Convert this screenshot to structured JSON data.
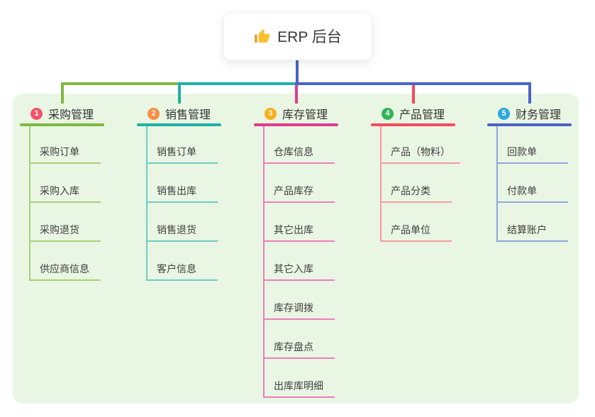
{
  "canvas": {
    "background": "#ffffff",
    "panel_background": "#e9f6e3"
  },
  "root": {
    "label": "ERP 后台",
    "icon": "thumbs-up",
    "connector_color": "#4a63c8"
  },
  "branches": [
    {
      "number": "1",
      "label": "采购管理",
      "badge_color": "#f4536b",
      "line_color": "#7eba40",
      "child_line_color": "#a6d077",
      "children": [
        "采购订单",
        "采购入库",
        "采购退货",
        "供应商信息"
      ]
    },
    {
      "number": "2",
      "label": "销售管理",
      "badge_color": "#fb8d41",
      "line_color": "#1eb2a6",
      "child_line_color": "#6fccc3",
      "children": [
        "销售订单",
        "销售出库",
        "销售退货",
        "客户信息"
      ]
    },
    {
      "number": "3",
      "label": "库存管理",
      "badge_color": "#fbad1d",
      "line_color": "#df3a8f",
      "child_line_color": "#ef7cba",
      "children": [
        "仓库信息",
        "产品库存",
        "其它出库",
        "其它入库",
        "库存调拨",
        "库存盘点",
        "出库库明细"
      ]
    },
    {
      "number": "4",
      "label": "产品管理",
      "badge_color": "#30b457",
      "line_color": "#f54a5f",
      "child_line_color": "#f89ba1",
      "children": [
        "产品（物料）",
        "产品分类",
        "产品单位"
      ]
    },
    {
      "number": "5",
      "label": "财务管理",
      "badge_color": "#2ca7df",
      "line_color": "#4a63c8",
      "child_line_color": "#8fa6dd",
      "children": [
        "回款单",
        "付款单",
        "结算账户"
      ]
    }
  ]
}
